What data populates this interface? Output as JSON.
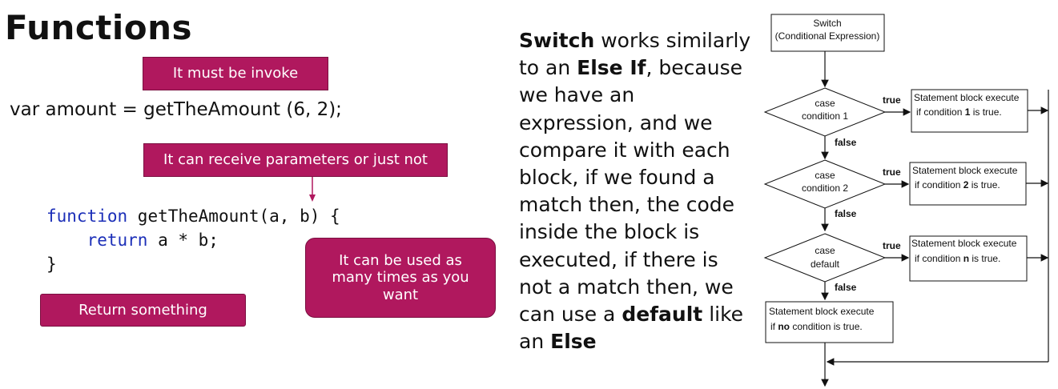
{
  "left": {
    "title": "Functions",
    "callout_invoke": "It must be invoke",
    "call_line": "var amount = getTheAmount (6, 2);",
    "callout_params": "It can receive parameters or just not",
    "code": {
      "line1_kw": "function",
      "line1_rest": " getTheAmount(a, b) {",
      "line2_indent": "    ",
      "line2_kw": "return",
      "line2_rest": " a * b;",
      "line3": "}"
    },
    "callout_reuse": "It can be used as many times as you want",
    "callout_return": "Return something"
  },
  "middle": {
    "p1_bold": "Switch",
    "p1": " works similarly to an ",
    "p2_bold": "Else If",
    "p2": ", because we have an expression, and we compare it with each block, if we found a match then, the code inside the block is executed, if there is not a match then, we can use a ",
    "p3_bold": "default",
    "p3": " like an ",
    "p4_bold": "Else"
  },
  "flowchart": {
    "switch_line1": "Switch",
    "switch_line2": "(Conditional Expression)",
    "d1_l1": "case",
    "d1_l2": "condition 1",
    "d2_l1": "case",
    "d2_l2": "condition 2",
    "d3_l1": "case",
    "d3_l2": "default",
    "true_label": "true",
    "false_label": "false",
    "b_line1": "Statement block execute",
    "b1_pre": "if condition ",
    "b1_num": "1",
    "b1_post": " is true.",
    "b2_pre": "if condition ",
    "b2_num": "2",
    "b2_post": " is true.",
    "b3_pre": "if condition ",
    "b3_num": "n",
    "b3_post": " is true.",
    "b4_pre": "if ",
    "b4_num": "no",
    "b4_post": " condition is true."
  },
  "colors": {
    "callout": "#b0185e",
    "keyword": "#1c2fb8"
  }
}
